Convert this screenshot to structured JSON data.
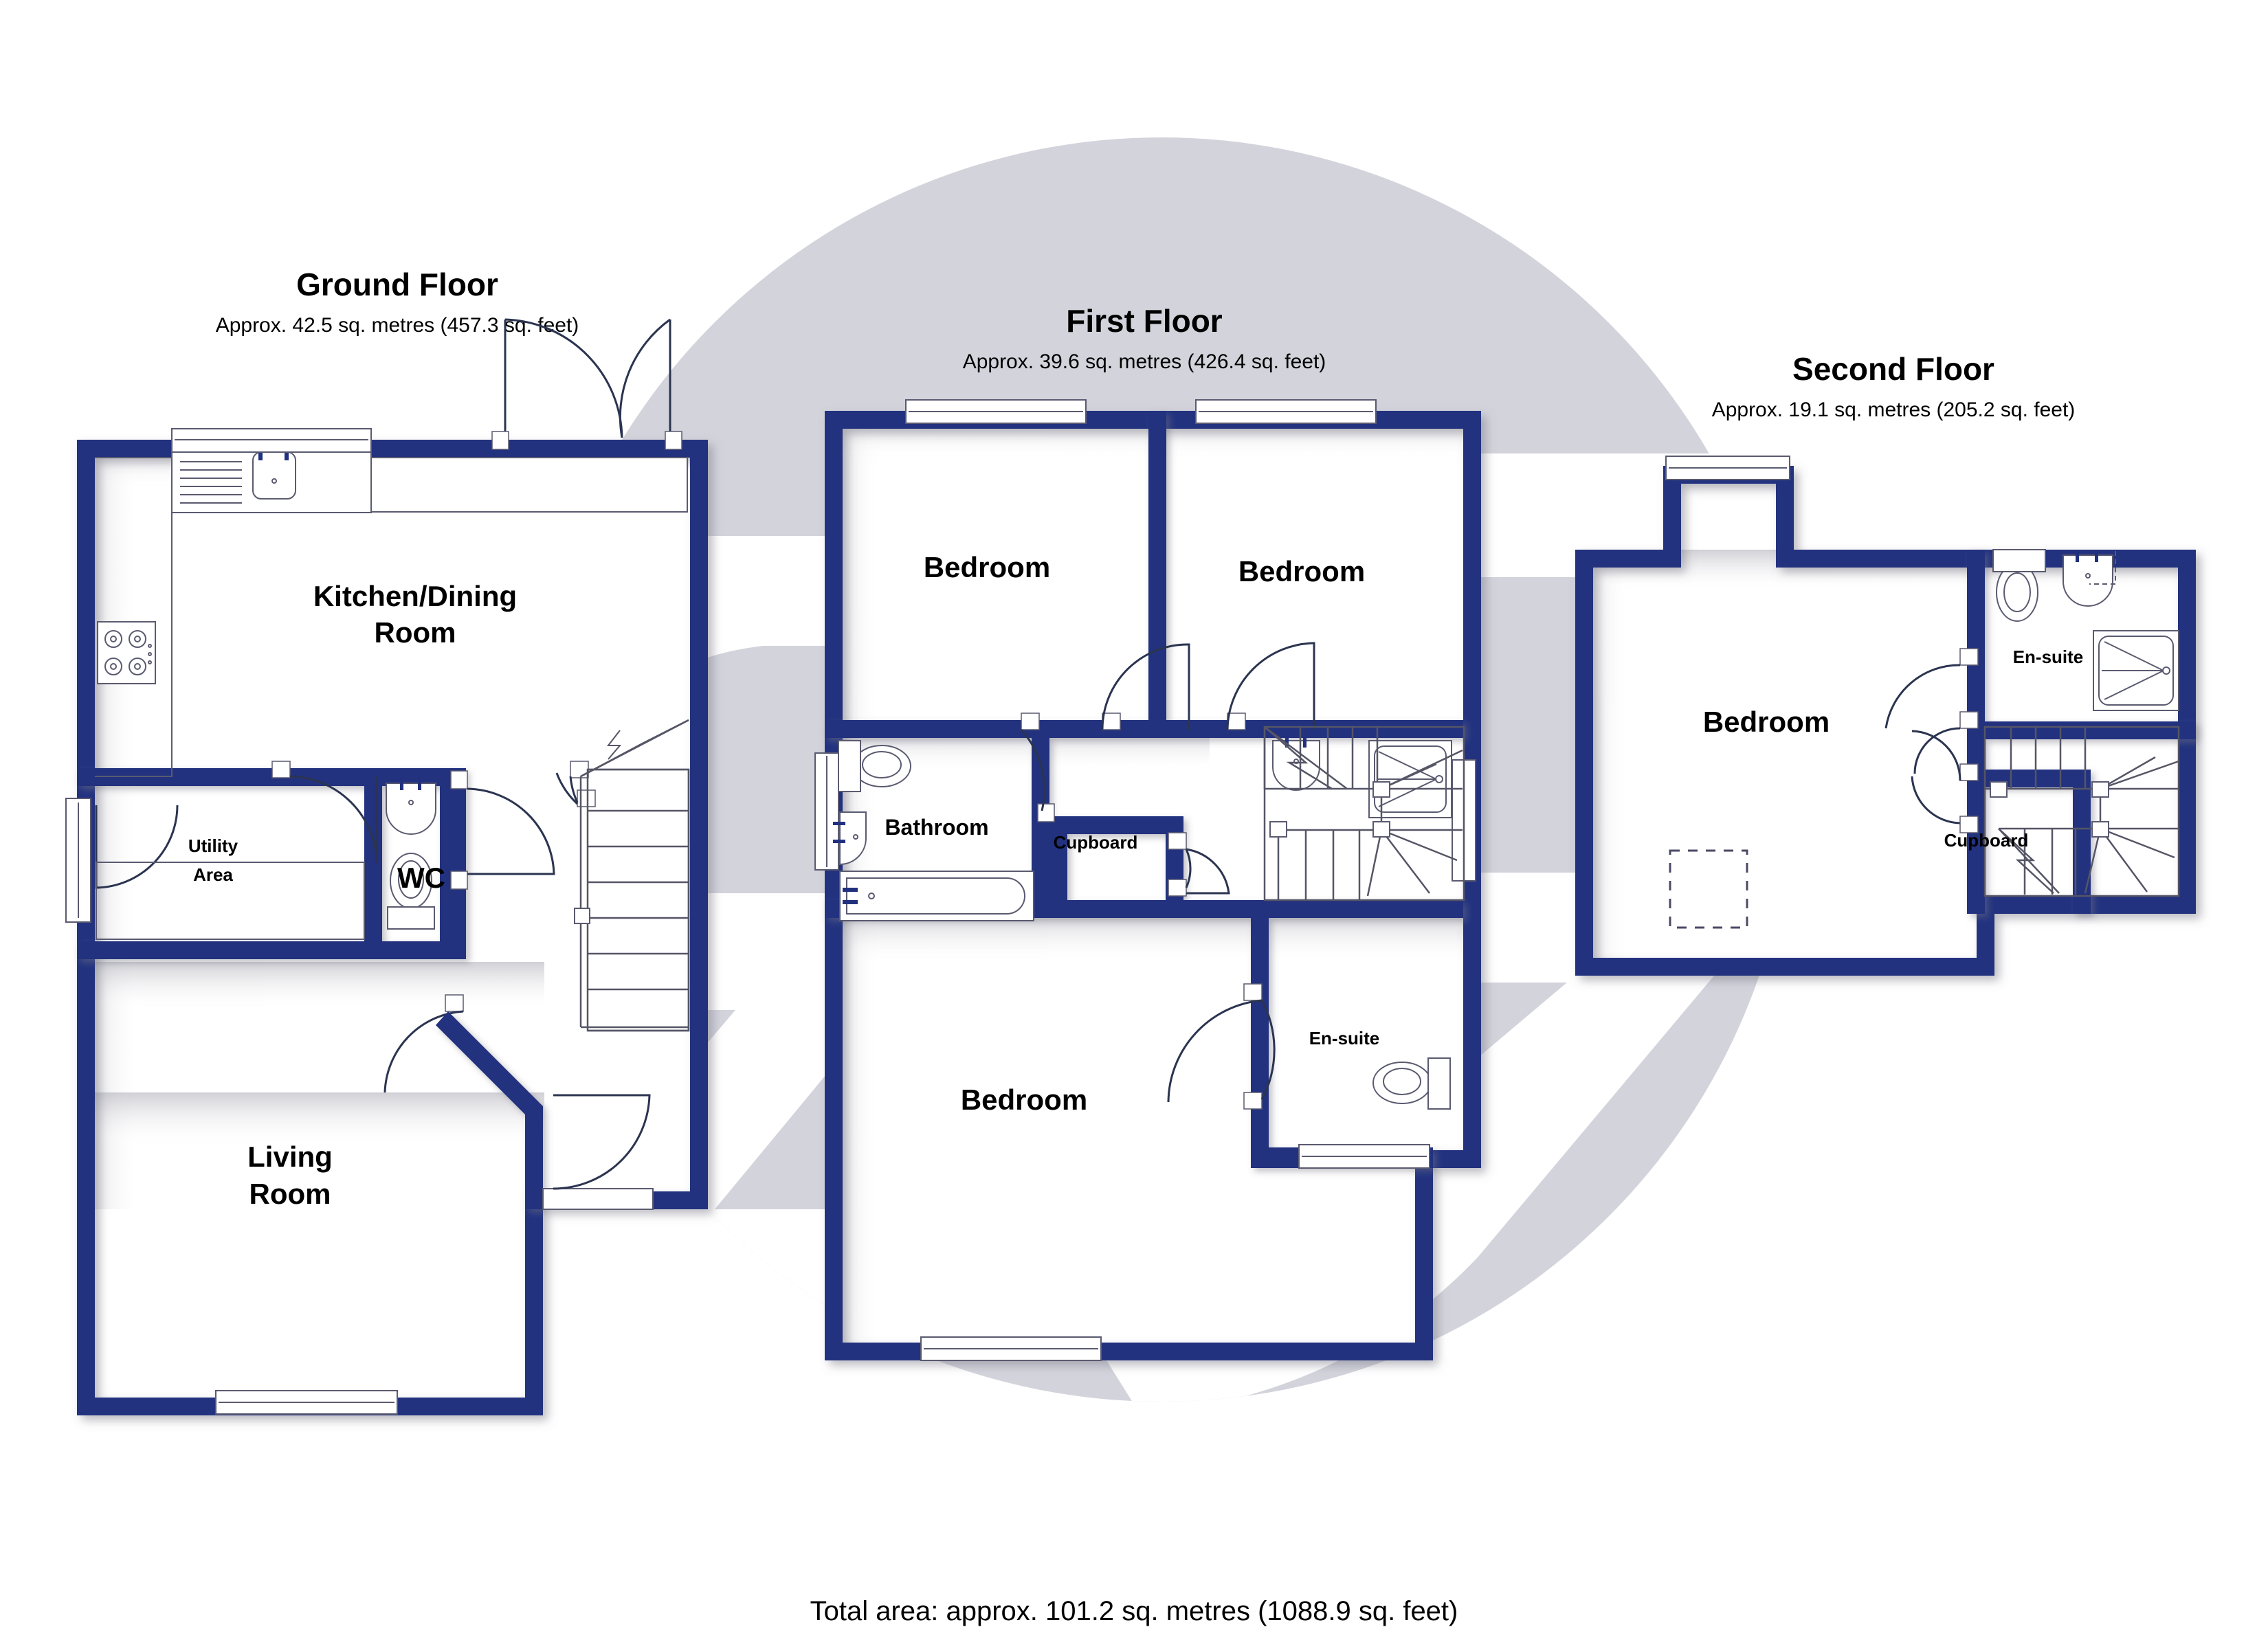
{
  "document": {
    "type": "floor-plan",
    "total_area_label": "Total area: approx. 101.2 sq. metres (1088.9 sq. feet)",
    "wall_color": "#22317f",
    "watermark_color": "#d3d3dc",
    "background_color": "#ffffff"
  },
  "floors": [
    {
      "id": "ground",
      "title": "Ground Floor",
      "area": "Approx. 42.5 sq. metres (457.3 sq. feet)",
      "rooms": [
        {
          "name": "kitchen-dining-room",
          "label_line1": "Kitchen/Dining",
          "label_line2": "Room"
        },
        {
          "name": "utility-area",
          "label_line1": "Utility",
          "label_line2": "Area"
        },
        {
          "name": "wc",
          "label_line1": "WC",
          "label_line2": ""
        },
        {
          "name": "living-room",
          "label_line1": "Living",
          "label_line2": "Room"
        }
      ],
      "fixtures": [
        "sink-with-drainer",
        "hob-icon",
        "wc-basin-icon",
        "wc-toilet-icon",
        "staircase-icon",
        "front-door",
        "french-doors",
        "window"
      ]
    },
    {
      "id": "first",
      "title": "First Floor",
      "area": "Approx. 39.6 sq. metres (426.4 sq. feet)",
      "rooms": [
        {
          "name": "bedroom-front-left",
          "label_line1": "Bedroom",
          "label_line2": ""
        },
        {
          "name": "bedroom-front-right",
          "label_line1": "Bedroom",
          "label_line2": ""
        },
        {
          "name": "bathroom",
          "label_line1": "Bathroom",
          "label_line2": ""
        },
        {
          "name": "cupboard",
          "label_line1": "Cupboard",
          "label_line2": ""
        },
        {
          "name": "bedroom-rear",
          "label_line1": "Bedroom",
          "label_line2": ""
        },
        {
          "name": "en-suite",
          "label_line1": "En-suite",
          "label_line2": ""
        }
      ],
      "fixtures": [
        "toilet-icon",
        "basin-icon",
        "bath-icon",
        "shower-tray-icon",
        "staircase-icon",
        "window"
      ]
    },
    {
      "id": "second",
      "title": "Second Floor",
      "area": "Approx. 19.1 sq. metres (205.2 sq. feet)",
      "rooms": [
        {
          "name": "bedroom",
          "label_line1": "Bedroom",
          "label_line2": ""
        },
        {
          "name": "en-suite",
          "label_line1": "En-suite",
          "label_line2": ""
        },
        {
          "name": "cupboard",
          "label_line1": "Cupboard",
          "label_line2": ""
        }
      ],
      "fixtures": [
        "toilet-icon",
        "basin-icon",
        "shower-tray-icon",
        "staircase-icon",
        "window",
        "loft-hatch-dashed"
      ]
    }
  ]
}
